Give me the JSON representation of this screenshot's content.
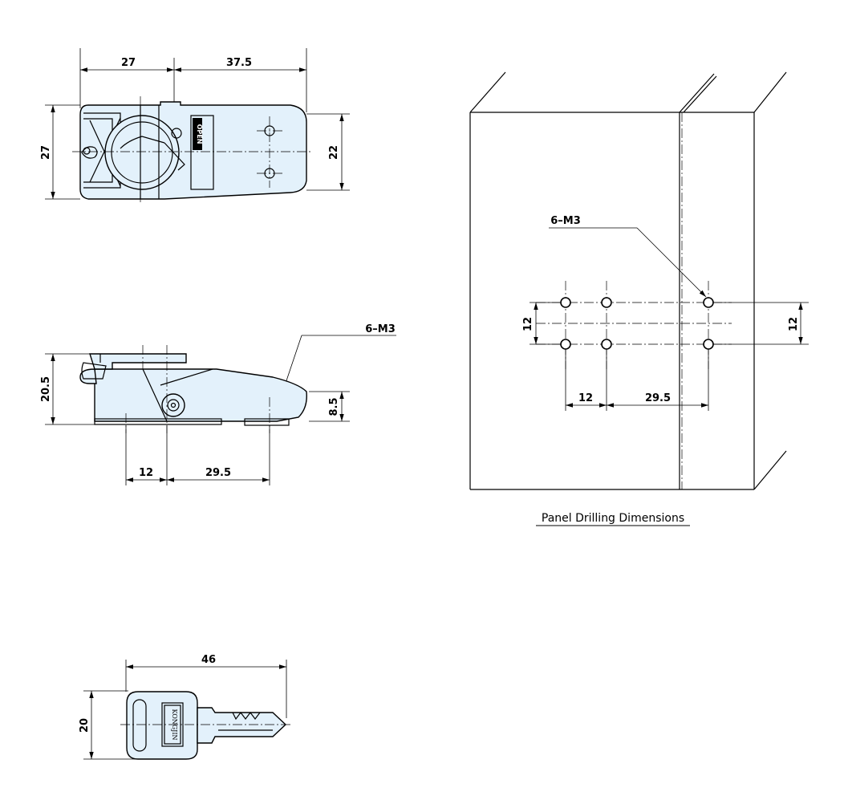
{
  "top_view": {
    "dim_width_left": "27",
    "dim_width_right": "37.5",
    "dim_height_left": "27",
    "dim_height_right": "22",
    "lock_label": "OPEN"
  },
  "side_view": {
    "callout": "6–M3",
    "dim_height": "20.5",
    "dim_small_height": "8.5",
    "dim_pitch_1": "12",
    "dim_pitch_2": "29.5"
  },
  "panel": {
    "callout": "6–M3",
    "dim_v_left": "12",
    "dim_v_right": "12",
    "dim_h_1": "12",
    "dim_h_2": "29.5",
    "caption": "Panel Drilling Dimensions"
  },
  "key_view": {
    "dim_length": "46",
    "dim_height": "20",
    "brand": "KONGJIN"
  }
}
